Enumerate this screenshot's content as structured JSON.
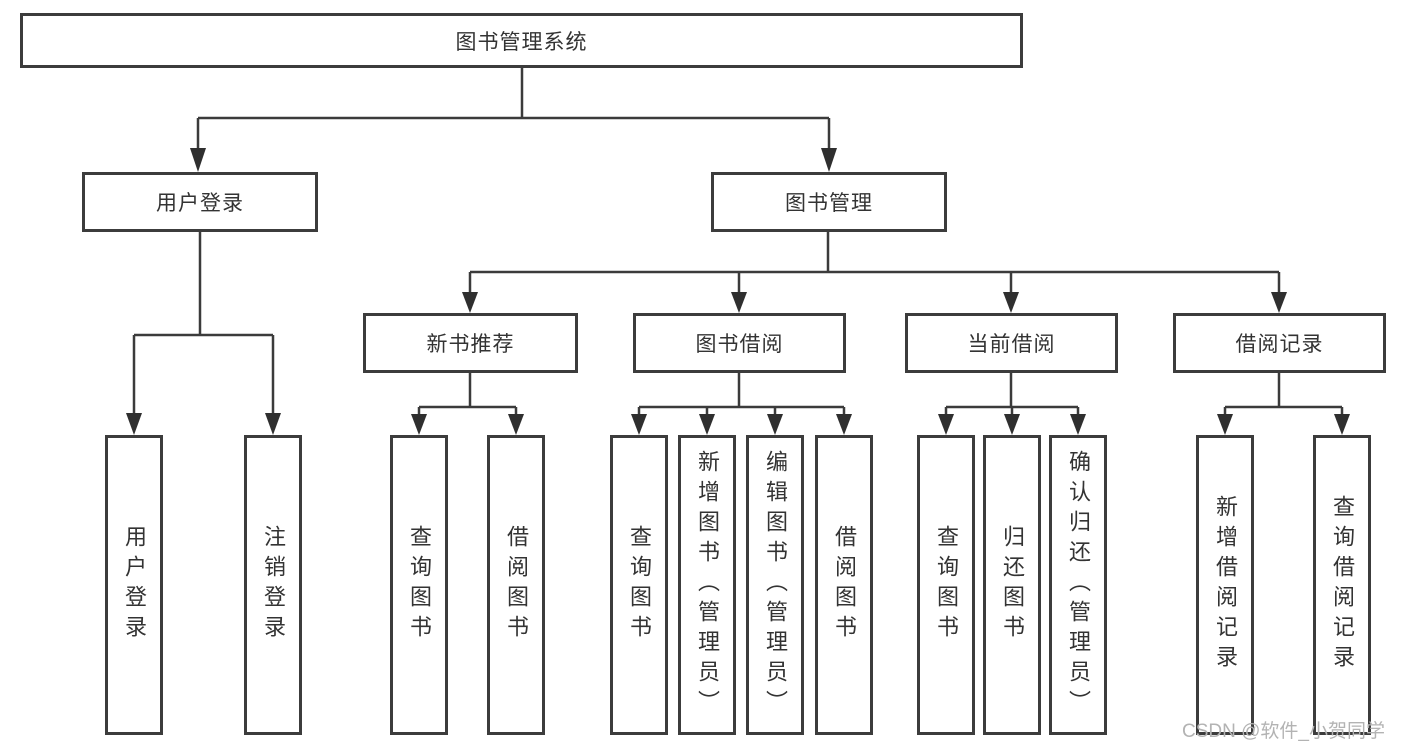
{
  "diagram": {
    "root": {
      "label": "图书管理系统"
    },
    "level2": {
      "user_login": {
        "label": "用户登录"
      },
      "book_mgmt": {
        "label": "图书管理"
      }
    },
    "level3": {
      "new_books": {
        "label": "新书推荐"
      },
      "book_borrow": {
        "label": "图书借阅"
      },
      "current_borrow": {
        "label": "当前借阅"
      },
      "borrow_records": {
        "label": "借阅记录"
      }
    },
    "leaves": {
      "user_login": [
        "用户登录",
        "注销登录"
      ],
      "new_books": [
        "查询图书",
        "借阅图书"
      ],
      "book_borrow": [
        "查询图书",
        "新增图书（管理员）",
        "编辑图书（管理员）",
        "借阅图书"
      ],
      "current_borrow": [
        "查询图书",
        "归还图书",
        "确认归还（管理员）"
      ],
      "borrow_records": [
        "新增借阅记录",
        "查询借阅记录"
      ]
    }
  },
  "watermark": "CSDN @软件_小贺同学",
  "colors": {
    "line": "#3b3b3b",
    "border": "#3c3c3c",
    "text": "#333333",
    "watermark": "#b3b3b3",
    "background": "#ffffff"
  }
}
